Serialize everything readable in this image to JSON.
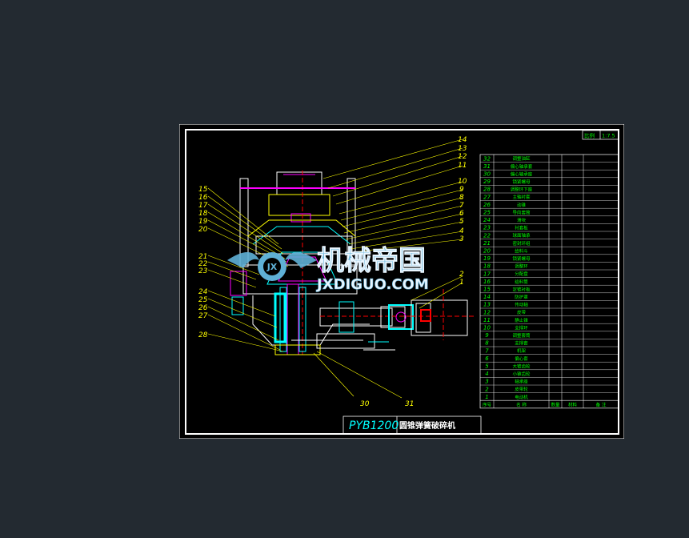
{
  "title_block": {
    "model": "PYB1200",
    "name": "圆锥弹簧破碎机",
    "scale_label": "比例",
    "scale_value": "1:7.5"
  },
  "parts_table": {
    "header": [
      "序号",
      "名    称",
      "数量",
      "材料",
      "备    注"
    ],
    "rows": [
      {
        "no": "32",
        "name": "调整油缸"
      },
      {
        "no": "31",
        "name": "偏心轴承套"
      },
      {
        "no": "30",
        "name": "偏心轴承座"
      },
      {
        "no": "29",
        "name": "锁紧螺母"
      },
      {
        "no": "28",
        "name": "调整环下座"
      },
      {
        "no": "27",
        "name": "主轴衬套"
      },
      {
        "no": "26",
        "name": "动锥"
      },
      {
        "no": "25",
        "name": "导向套筒"
      },
      {
        "no": "24",
        "name": "滑块"
      },
      {
        "no": "23",
        "name": "衬套板"
      },
      {
        "no": "22",
        "name": "球面轴承"
      },
      {
        "no": "21",
        "name": "密封环组"
      },
      {
        "no": "20",
        "name": "给料斗"
      },
      {
        "no": "19",
        "name": "锁紧螺母"
      },
      {
        "no": "18",
        "name": "调整环"
      },
      {
        "no": "17",
        "name": "分配盘"
      },
      {
        "no": "16",
        "name": "给料筒"
      },
      {
        "no": "15",
        "name": "定锥衬板"
      },
      {
        "no": "14",
        "name": "防护罩"
      },
      {
        "no": "13",
        "name": "传动轴"
      },
      {
        "no": "12",
        "name": "皮带"
      },
      {
        "no": "11",
        "name": "静止锥"
      },
      {
        "no": "10",
        "name": "支撑环"
      },
      {
        "no": "9",
        "name": "调整套筒"
      },
      {
        "no": "8",
        "name": "支撑套"
      },
      {
        "no": "7",
        "name": "机架"
      },
      {
        "no": "6",
        "name": "偏心套"
      },
      {
        "no": "5",
        "name": "大锥齿轮"
      },
      {
        "no": "4",
        "name": "小锥齿轮"
      },
      {
        "no": "3",
        "name": "轴承座"
      },
      {
        "no": "2",
        "name": "皮带轮"
      },
      {
        "no": "1",
        "name": "电动机"
      }
    ]
  },
  "callouts_right": [
    "14",
    "13",
    "12",
    "11",
    "10",
    "9",
    "8",
    "7",
    "6",
    "5",
    "4",
    "3",
    "2",
    "1"
  ],
  "callouts_left": [
    "15",
    "16",
    "17",
    "18",
    "19",
    "20",
    "21",
    "22",
    "23",
    "24",
    "25",
    "26",
    "27",
    "28"
  ],
  "callouts_bottom": [
    "30",
    "31"
  ],
  "watermark": {
    "brand": "机械帝国",
    "domain": "JXDIGUO.COM",
    "badge": "JX"
  },
  "colors": {
    "background": "#232a31",
    "drawing_area": "#000000",
    "frame": "#ffffff",
    "leader": "#ffff00",
    "table_text": "#00ff00",
    "cyan": "#00ffff",
    "magenta": "#ff00ff",
    "red": "#ff0000",
    "watermark": "#5fb0d6"
  }
}
